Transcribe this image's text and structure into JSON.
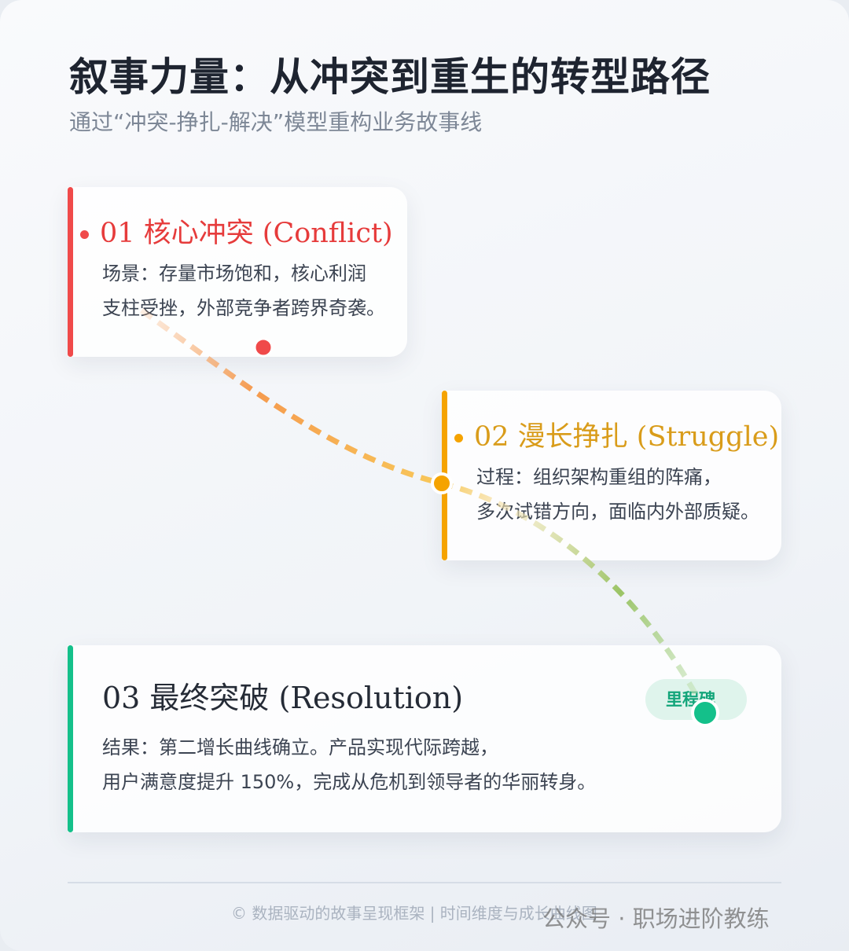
{
  "header": {
    "title": "叙事力量：从冲突到重生的转型路径",
    "subtitle": "通过“冲突-挣扎-解决”模型重构业务故事线"
  },
  "stages": [
    {
      "title": "01 核心冲突 (Conflict)",
      "lines": [
        "场景：存量市场饱和，核心利润",
        "支柱受挫，外部竞争者跨界奇袭。"
      ],
      "color": "#f04a4a"
    },
    {
      "title": "02 漫长挣扎 (Struggle)",
      "lines": [
        "过程：组织架构重组的阵痛，",
        "多次试错方向，面临内外部质疑。"
      ],
      "color": "#f5a300"
    },
    {
      "title": "03 最终突破 (Resolution)",
      "lines": [
        "结果：第二增长曲线确立。产品实现代际跨越，",
        "用户满意度提升 150%，完成从危机到领导者的华丽转身。"
      ],
      "color": "#14c08a",
      "badge": "里程碑"
    }
  ],
  "footer": {
    "text": "© 数据驱动的故事呈现框架 | 时间维度与成长曲线图",
    "watermark": "公众号 · 职场进阶教练"
  }
}
